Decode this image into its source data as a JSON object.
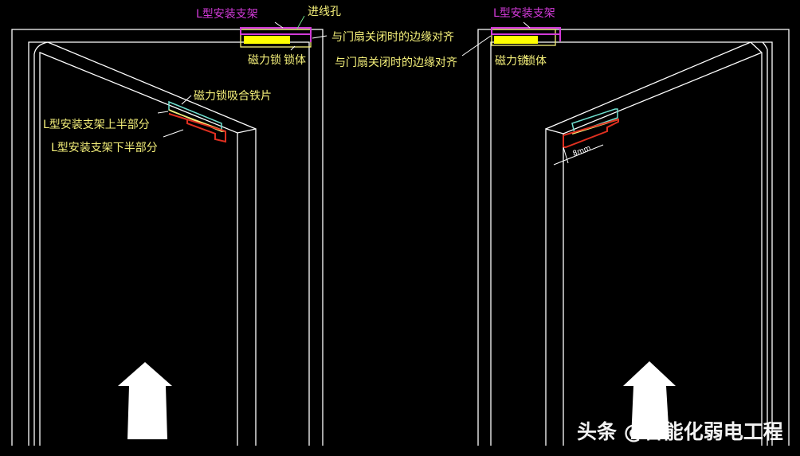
{
  "left_door": {
    "bracket_label": "L型安装支架",
    "wire_hole_label": "进线孔",
    "align_label": "与门扇关闭时的边缘对齐",
    "maglock_label": "磁力锁",
    "lock_body_label": "锁体",
    "armature_label": "磁力锁吸合铁片",
    "bracket_upper_label": "L型安装支架上半部分",
    "bracket_lower_label": "L型安装支架下半部分"
  },
  "right_door": {
    "bracket_label": "L型安装支架",
    "align_label": "与门扇关闭时的边缘对齐",
    "maglock_label": "磁力锁",
    "lock_body_label": "锁体",
    "dimension_label": "8mm"
  },
  "watermark": "头条 @智能化弱电工程",
  "colors": {
    "background": "#000000",
    "lines": "#ffffff",
    "labels": "#f5f07a",
    "bracket": "#d23ad8",
    "lock": "#ffff00",
    "armature": "#6fe0d0",
    "lower_bracket": "#e03020"
  }
}
